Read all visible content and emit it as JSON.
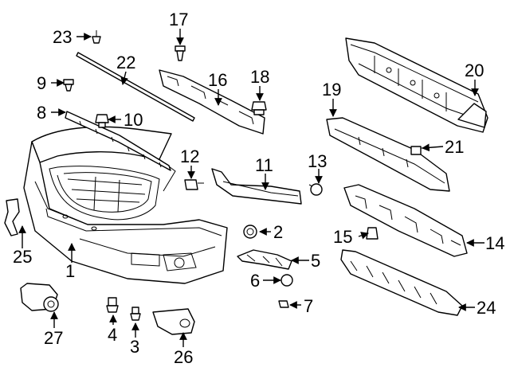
{
  "diagram": {
    "type": "exploded-parts-diagram",
    "callouts": [
      "1",
      "2",
      "3",
      "4",
      "5",
      "6",
      "7",
      "8",
      "9",
      "10",
      "11",
      "12",
      "13",
      "14",
      "15",
      "16",
      "17",
      "18",
      "19",
      "20",
      "21",
      "22",
      "23",
      "24",
      "25",
      "26",
      "27"
    ]
  }
}
